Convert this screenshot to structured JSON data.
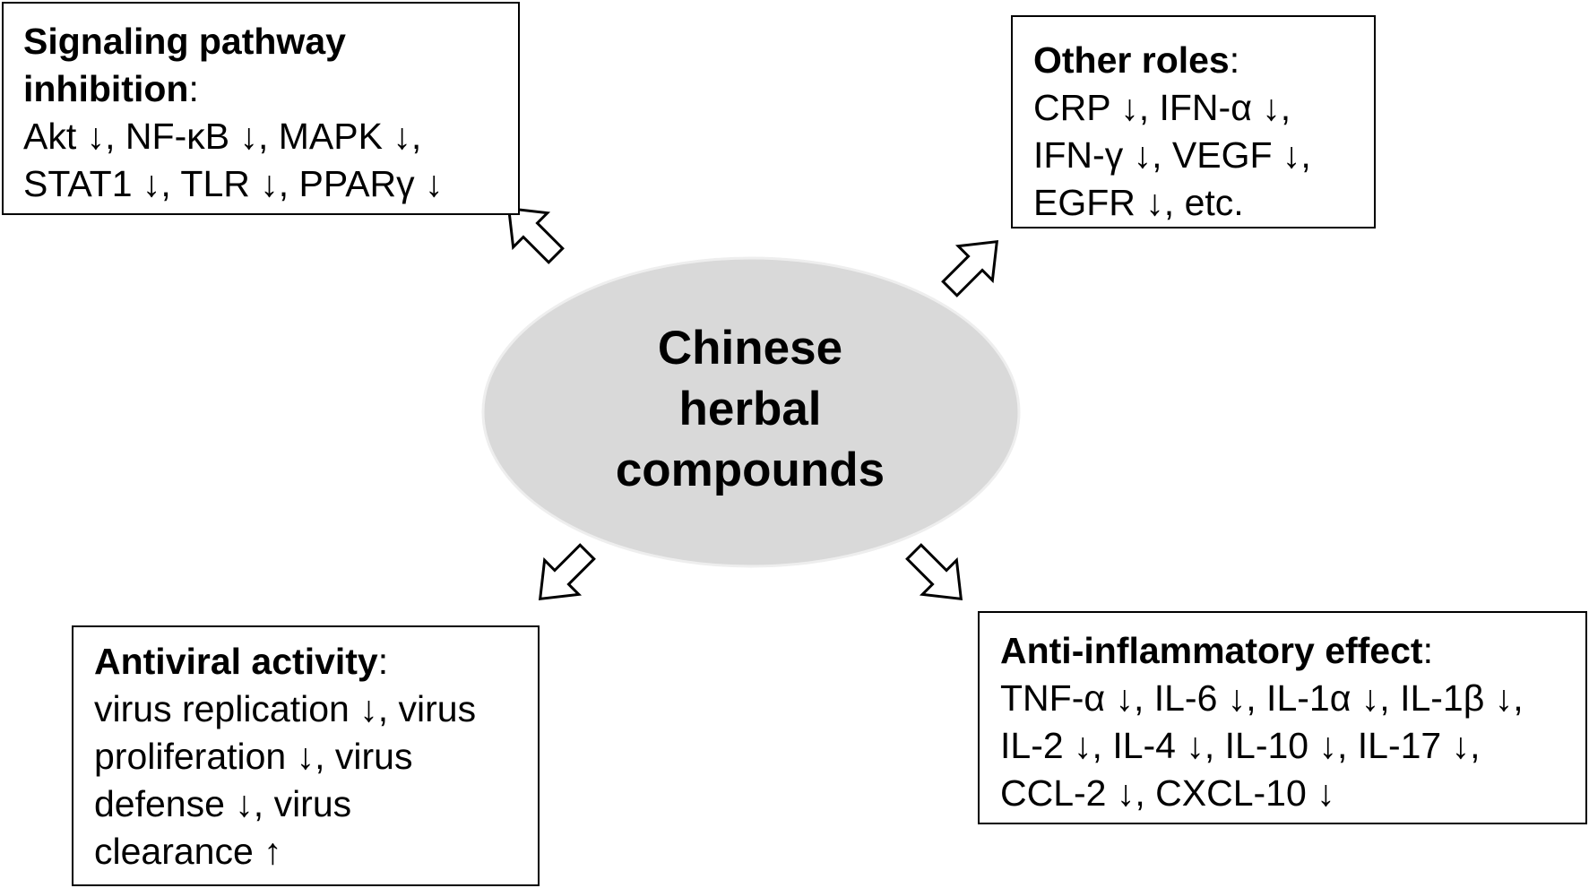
{
  "center": {
    "lines": [
      "Chinese",
      "herbal",
      "compounds"
    ],
    "fill": "#d9d9d9"
  },
  "boxes": {
    "signaling": {
      "heading_lines": [
        "Signaling pathway",
        "inhibition"
      ],
      "colon": ":",
      "lines": [
        "Akt ↓, NF-κB ↓, MAPK ↓,",
        "STAT1 ↓, TLR ↓, PPARγ ↓"
      ]
    },
    "other": {
      "heading": "Other roles",
      "colon": ":",
      "lines": [
        "CRP ↓, IFN-α ↓,",
        "IFN-γ ↓, VEGF ↓,",
        "EGFR ↓, etc."
      ]
    },
    "antiviral": {
      "heading": "Antiviral activity",
      "colon": ":",
      "lines": [
        "virus replication ↓, virus",
        "proliferation ↓, virus",
        "defense ↓, virus",
        "clearance ↑"
      ]
    },
    "antiinflam": {
      "heading": "Anti-inflammatory effect",
      "colon": ":",
      "lines": [
        "TNF-α ↓, IL-6 ↓, IL-1α ↓, IL-1β ↓,",
        "IL-2 ↓, IL-4 ↓, IL-10 ↓, IL-17 ↓,",
        "CCL-2 ↓, CXCL-10 ↓"
      ]
    }
  }
}
